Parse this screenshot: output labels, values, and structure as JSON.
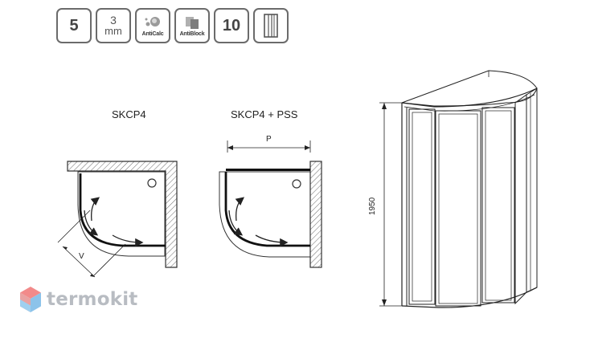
{
  "badges": {
    "items": [
      {
        "kind": "text",
        "value": "5"
      },
      {
        "kind": "thickness",
        "value": "3",
        "unit": "mm"
      },
      {
        "kind": "icon",
        "icon": "anticalc-icon",
        "label": "AntiCalc"
      },
      {
        "kind": "icon",
        "icon": "antiblock-icon",
        "label": "AntiBlock"
      },
      {
        "kind": "text",
        "value": "10"
      },
      {
        "kind": "icon",
        "icon": "glass-panel-icon",
        "label": ""
      }
    ]
  },
  "plans": {
    "left_title": "SKCP4",
    "right_title": "SKCP4 + PSS",
    "left_dimension": "V",
    "right_dimension": "P"
  },
  "elevation": {
    "height_label": "1950"
  },
  "brand": {
    "name": "termokit",
    "logo_icon": "hexagon-logo-icon",
    "colors": {
      "top": "#f28a8a",
      "bottom": "#8cc3ea"
    }
  }
}
